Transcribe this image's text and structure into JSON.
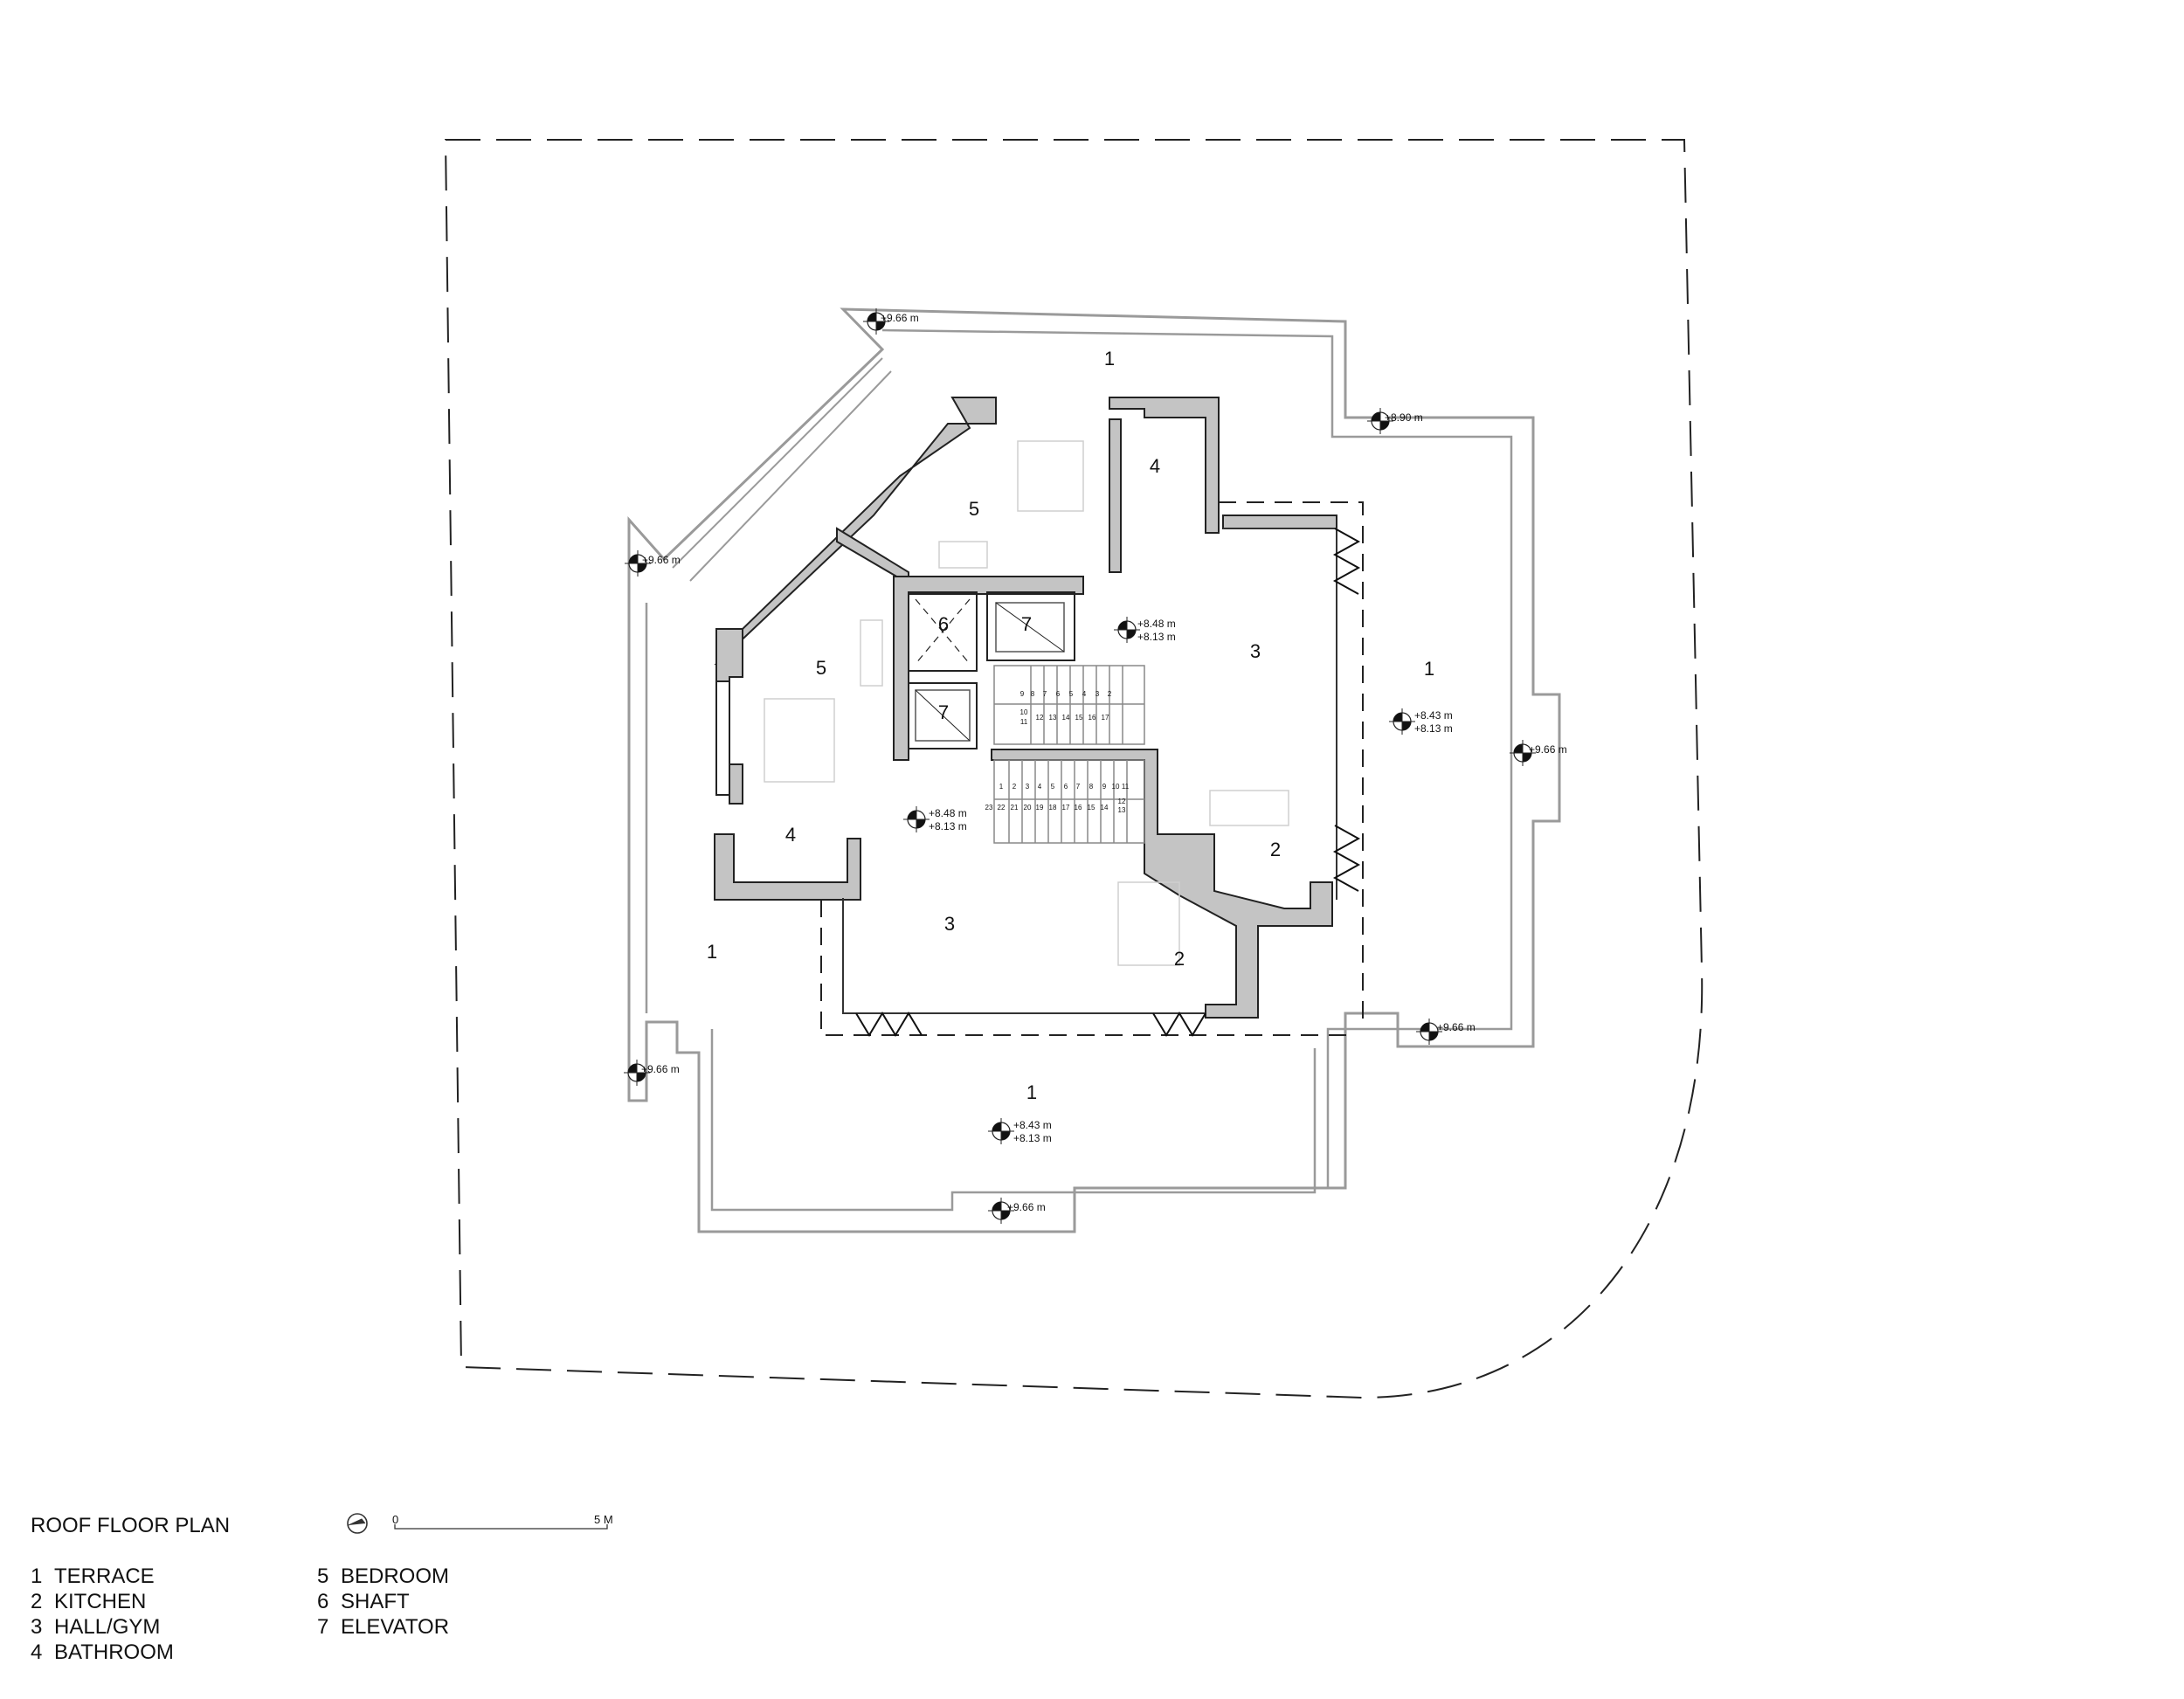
{
  "plan": {
    "title": "ROOF FLOOR PLAN",
    "scale_bar": {
      "start": "0",
      "end": "5 M"
    },
    "north_arrow": "north-arrow-icon"
  },
  "legend": {
    "items": [
      {
        "num": "1",
        "label": "TERRACE"
      },
      {
        "num": "2",
        "label": "KITCHEN"
      },
      {
        "num": "3",
        "label": "HALL/GYM"
      },
      {
        "num": "4",
        "label": "BATHROOM"
      },
      {
        "num": "5",
        "label": "BEDROOM"
      },
      {
        "num": "6",
        "label": "SHAFT"
      },
      {
        "num": "7",
        "label": "ELEVATOR"
      }
    ]
  },
  "room_tags": {
    "terrace_north": "1",
    "terrace_east": "1",
    "terrace_west": "1",
    "terrace_south": "1",
    "bedroom_north": "5",
    "bedroom_west": "5",
    "bathroom_north": "4",
    "bathroom_west": "4",
    "shaft": "6",
    "elevator_top": "7",
    "elevator_bottom": "7",
    "hall_east": "3",
    "hall_south": "3",
    "kitchen_east": "2",
    "kitchen_south": "2"
  },
  "levels": {
    "nw_top": "+9.66 m",
    "ne_step": "+8.90 m",
    "west_upper": "+9.66 m",
    "west_lower": "+9.66 m",
    "east_parapet": "+9.66 m",
    "se_parapet": "+9.66 m",
    "south_parapet": "+9.66 m",
    "hall_east_top": "+8.48 m",
    "hall_east_bottom": "+8.13 m",
    "hall_west_top": "+8.48 m",
    "hall_west_bottom": "+8.13 m",
    "terrace_east_top": "+8.43 m",
    "terrace_east_bottom": "+8.13 m",
    "terrace_south_top": "+8.43 m",
    "terrace_south_bottom": "+8.13 m"
  },
  "stairs": {
    "upper_top_row": [
      "9",
      "8",
      "7",
      "6",
      "5",
      "4",
      "3",
      "2"
    ],
    "upper_bottom_row": [
      "10",
      "11",
      "12",
      "13",
      "14",
      "15",
      "16",
      "17"
    ],
    "lower_top_row": [
      "1",
      "2",
      "3",
      "4",
      "5",
      "6",
      "7",
      "8",
      "9",
      "10",
      "11"
    ],
    "lower_bottom_row": [
      "23",
      "22",
      "21",
      "20",
      "19",
      "18",
      "17",
      "16",
      "15",
      "14",
      "12",
      "13"
    ]
  },
  "colors": {
    "wall_fill": "#c4c4c4",
    "wall_stroke": "#222222",
    "parapet": "#9a9a9a",
    "furniture": "#cfcfcf",
    "text": "#111111"
  }
}
